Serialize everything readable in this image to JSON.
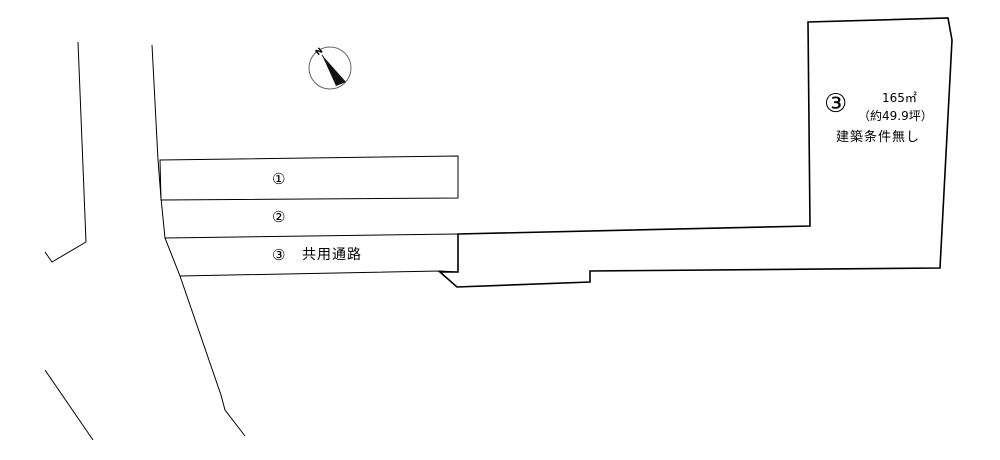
{
  "compass": {
    "north_label": "N"
  },
  "lots": {
    "lot1": {
      "number": "①"
    },
    "lot2": {
      "number": "②"
    },
    "row3": {
      "number": "③",
      "label": "共用通路"
    },
    "lot3": {
      "number": "③",
      "area": "165㎡",
      "tsubo": "（約49.9坪）",
      "condition": "建築条件無し"
    }
  }
}
